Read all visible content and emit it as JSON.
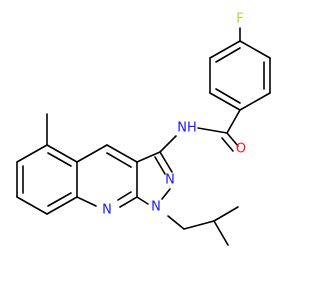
{
  "molecule": {
    "colors": {
      "bond": "#000000",
      "F": "#b8d438",
      "N": "#1a1aff",
      "O": "#ff1a1a",
      "background": "#ffffff"
    },
    "labels": {
      "fluorine": "F",
      "amide_nh": "NH",
      "carbonyl_o": "O",
      "pyrazole_n2": "N",
      "pyrazole_n1": "N",
      "quinoline_n": "N"
    }
  }
}
